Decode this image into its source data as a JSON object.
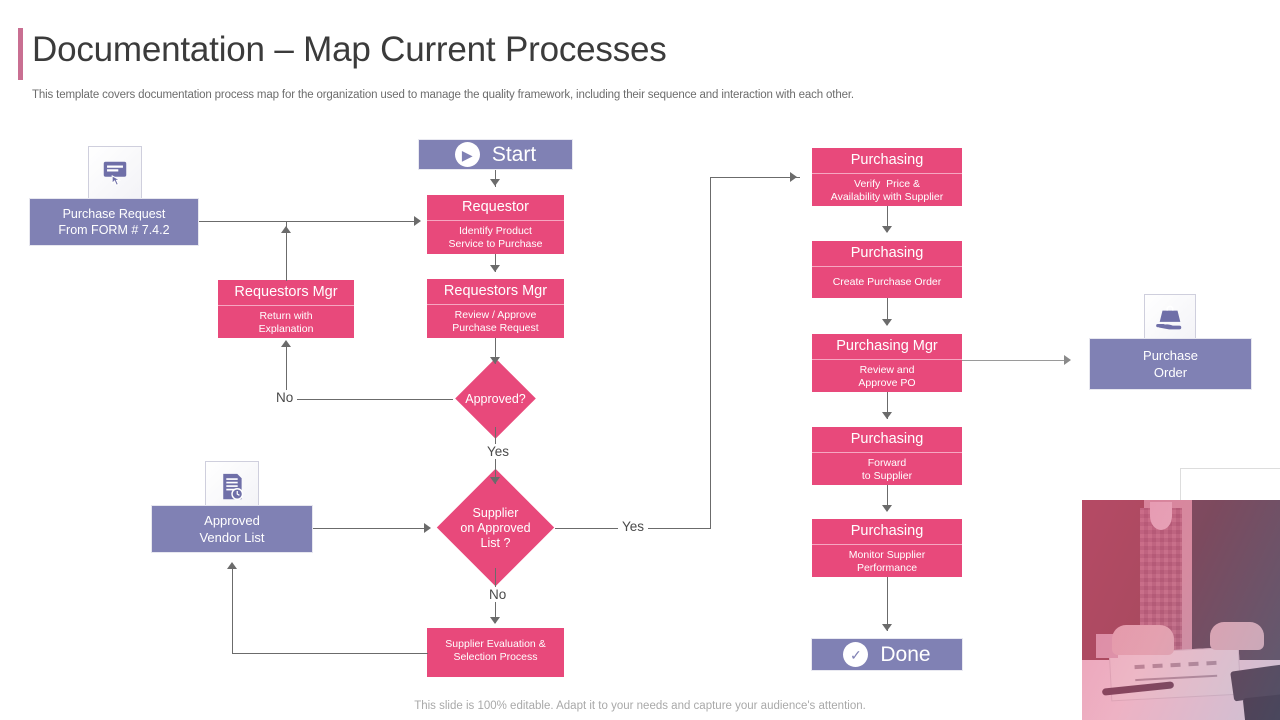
{
  "header": {
    "title": "Documentation – Map Current Processes",
    "subtitle": "This template covers documentation process map for the organization used to manage the quality framework, including their sequence and interaction with each other.",
    "accent_color": "#c96f92"
  },
  "colors": {
    "pink": "#e8497b",
    "purple": "#8081b4",
    "line": "#6b6b6b",
    "title_text": "#3b3b3b",
    "subtitle_text": "#6d6d6d"
  },
  "flow": {
    "start_button": {
      "label": "Start",
      "icon": "play-circle-icon"
    },
    "done_button": {
      "label": "Done",
      "icon": "check-circle-icon"
    },
    "inputs": [
      {
        "id": "purchase-request",
        "line1": "Purchase Request",
        "line2": "From FORM # 7.4.2",
        "icon": "form-click-icon"
      },
      {
        "id": "approved-vendor-list",
        "line1": "Approved",
        "line2": "Vendor List",
        "icon": "document-clock-icon"
      }
    ],
    "outputs": [
      {
        "id": "purchase-order",
        "line1": "Purchase",
        "line2": "Order",
        "icon": "shopping-bag-hand-icon"
      }
    ],
    "nodes": [
      {
        "id": "requestor",
        "role": "Requestor",
        "task": "Identify Product\nService to Purchase"
      },
      {
        "id": "requestors-mgr-review",
        "role": "Requestors Mgr",
        "task": "Review / Approve\nPurchase Request"
      },
      {
        "id": "requestors-mgr-return",
        "role": "Requestors Mgr",
        "task": "Return with\nExplanation"
      },
      {
        "id": "supplier-evaluation",
        "role": "",
        "task": "Supplier Evaluation &\nSelection Process"
      },
      {
        "id": "purchasing-verify",
        "role": "Purchasing",
        "task": "Verify  Price &\nAvailability with Supplier"
      },
      {
        "id": "purchasing-create-po",
        "role": "Purchasing",
        "task": "Create Purchase Order"
      },
      {
        "id": "purchasing-mgr-po",
        "role": "Purchasing Mgr",
        "task": "Review and\nApprove PO"
      },
      {
        "id": "purchasing-forward",
        "role": "Purchasing",
        "task": "Forward\nto Supplier"
      },
      {
        "id": "purchasing-monitor",
        "role": "Purchasing",
        "task": "Monitor Supplier\nPerformance"
      }
    ],
    "decisions": [
      {
        "id": "approved-decision",
        "label": "Approved?"
      },
      {
        "id": "supplier-on-list-decision",
        "label": "Supplier\non Approved\nList ?"
      }
    ],
    "edge_labels": {
      "approved_no": "No",
      "approved_yes": "Yes",
      "supplier_no": "No",
      "supplier_yes": "Yes"
    }
  },
  "footer": {
    "note": "This slide is 100% editable. Adapt it to your needs and capture your audience's attention."
  }
}
